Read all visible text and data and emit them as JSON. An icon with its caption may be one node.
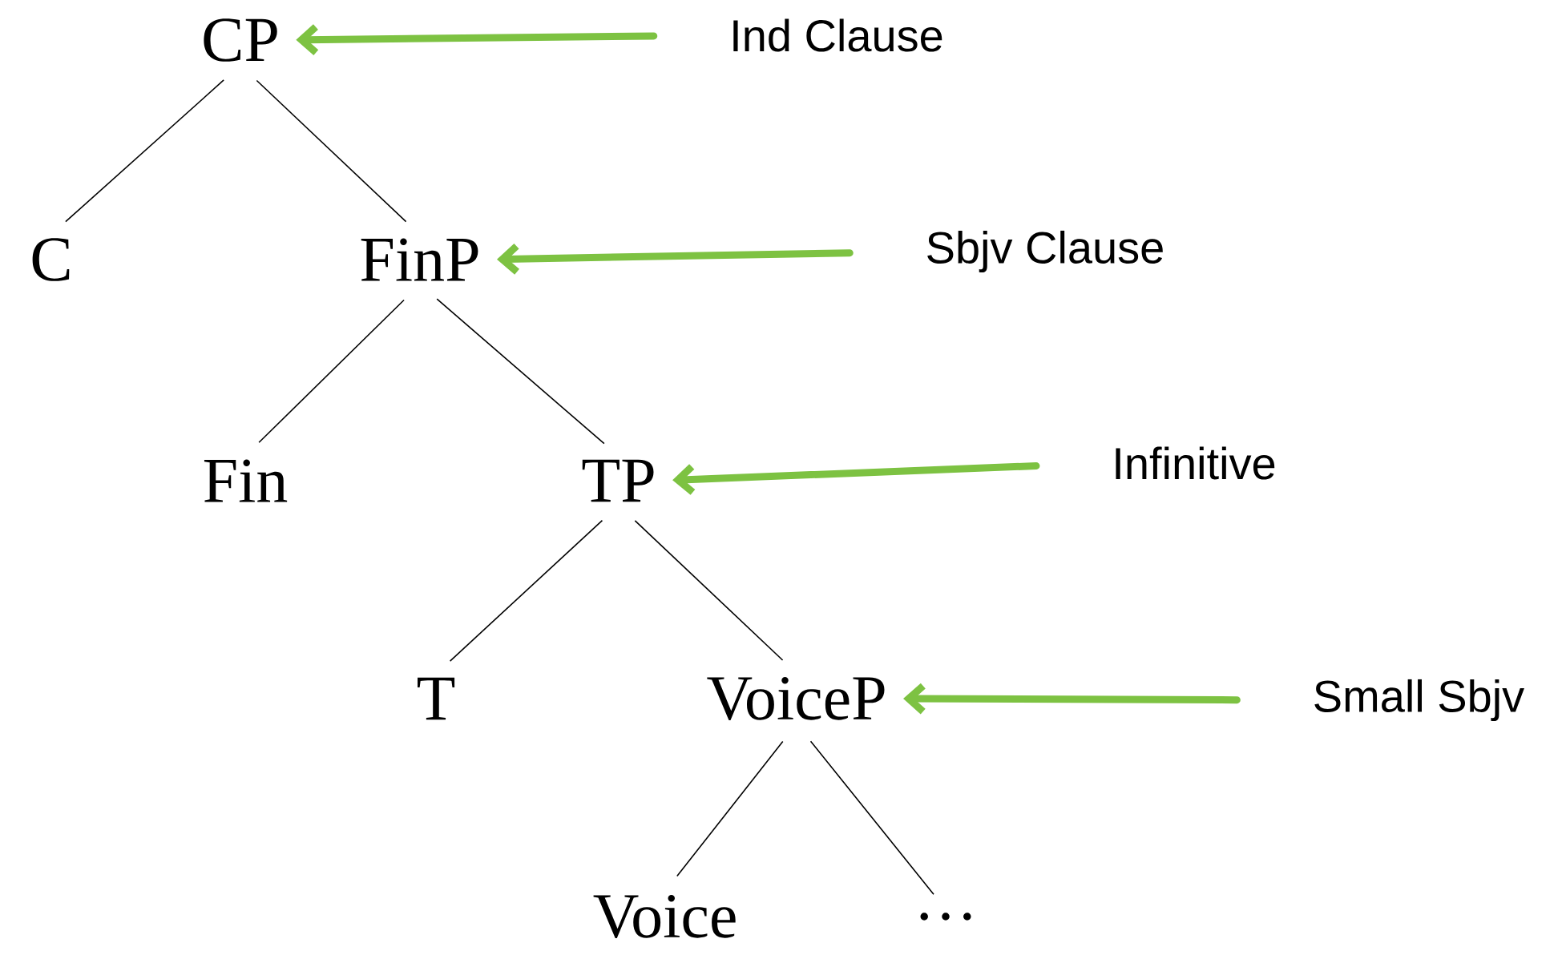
{
  "diagram": {
    "nodes": [
      {
        "text": [
          "CP"
        ]
      },
      {
        "text": [
          "C"
        ]
      },
      {
        "text": [
          "FinP"
        ]
      },
      {
        "text": [
          "Fin"
        ]
      },
      {
        "text": [
          "TP"
        ]
      },
      {
        "text": [
          "T"
        ]
      },
      {
        "text": [
          "VoiceP"
        ]
      },
      {
        "text": [
          "Voice"
        ]
      },
      {
        "text": [
          "…"
        ]
      },
      {
        "text": [
          "Ind Clause"
        ]
      },
      {
        "text": [
          "Sbjv Clause"
        ]
      },
      {
        "text": [
          "Infinitive"
        ]
      },
      {
        "text": [
          "Small Sbjv"
        ]
      }
    ],
    "edges": [
      {
        "from": 0,
        "to": 1,
        "arrow": "none"
      },
      {
        "from": 0,
        "to": 2,
        "arrow": "none"
      },
      {
        "from": 2,
        "to": 3,
        "arrow": "none"
      },
      {
        "from": 2,
        "to": 4,
        "arrow": "none"
      },
      {
        "from": 4,
        "to": 5,
        "arrow": "none"
      },
      {
        "from": 4,
        "to": 6,
        "arrow": "none"
      },
      {
        "from": 6,
        "to": 7,
        "arrow": "none"
      },
      {
        "from": 6,
        "to": 8,
        "arrow": "none"
      },
      {
        "from": 9,
        "to": 0,
        "arrow": "to",
        "style": "thick",
        "color": "#7dc242"
      },
      {
        "from": 10,
        "to": 2,
        "arrow": "to",
        "style": "thick",
        "color": "#7dc242"
      },
      {
        "from": 11,
        "to": 4,
        "arrow": "to",
        "style": "thick",
        "color": "#7dc242"
      },
      {
        "from": 12,
        "to": 6,
        "arrow": "to",
        "style": "thick",
        "color": "#7dc242"
      }
    ]
  }
}
